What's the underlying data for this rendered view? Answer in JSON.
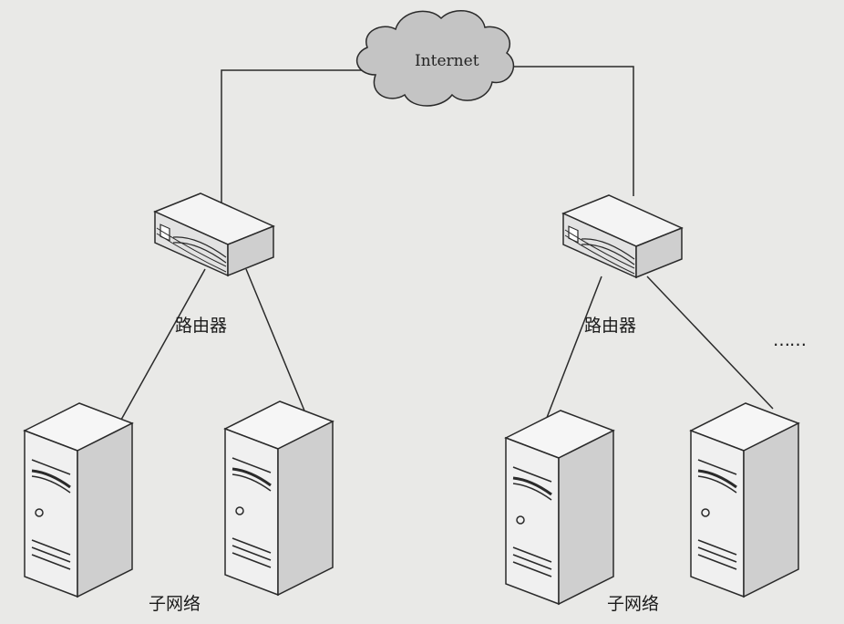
{
  "diagram": {
    "cloud_label": "Internet",
    "router_left_label": "路由器",
    "router_right_label": "路由器",
    "ellipsis": "……",
    "subnet_left_label": "子网络",
    "subnet_right_label": "子网络"
  },
  "colors": {
    "background": "#e9e9e7",
    "line": "#2a2a2a",
    "cloud_fill": "#c9c9c9",
    "device_fill": "#f2f2f2",
    "device_shade": "#d8d8d8"
  },
  "icons": [
    "cloud-icon",
    "router-icon",
    "server-icon"
  ]
}
